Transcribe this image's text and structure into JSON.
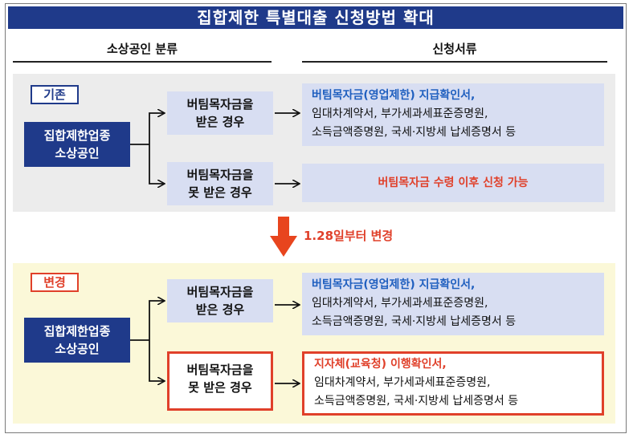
{
  "title": "집합제한 특별대출 신청방법 확대",
  "columns": {
    "left": "소상공인 분류",
    "right": "신청서류"
  },
  "before": {
    "tag": "기존",
    "applicant": [
      "집합제한업종",
      "소상공인"
    ],
    "case1": [
      "버팀목자금을",
      "받은 경우"
    ],
    "case2": [
      "버팀목자금을",
      "못 받은 경우"
    ],
    "docs1": [
      "버팀목자금(영업제한) 지급확인서,",
      "임대차계약서, 부가세과세표준증명원,",
      "소득금액증명원, 국세·지방세 납세증명서 등"
    ],
    "docs2": "버팀목자금 수령 이후 신청 가능"
  },
  "change_label": "1.28일부터 변경",
  "after": {
    "tag": "변경",
    "applicant": [
      "집합제한업종",
      "소상공인"
    ],
    "case1": [
      "버팀목자금을",
      "받은 경우"
    ],
    "case2": [
      "버팀목자금을",
      "못 받은 경우"
    ],
    "docs1": [
      "버팀목자금(영업제한) 지급확인서,",
      "임대차계약서, 부가세과세표준증명원,",
      "소득금액증명원, 국세·지방세 납세증명서 등"
    ],
    "docs2": [
      "지자체(교육청) 이행확인서,",
      "임대차계약서, 부가세과세표준증명원,",
      "소득금액증명원, 국세·지방세 납세증명서 등"
    ]
  },
  "colors": {
    "navy": "#1f3a8a",
    "accent_red": "#e0402a",
    "light_blue": "#d8def2",
    "highlight_text": "#1f5fbf"
  }
}
